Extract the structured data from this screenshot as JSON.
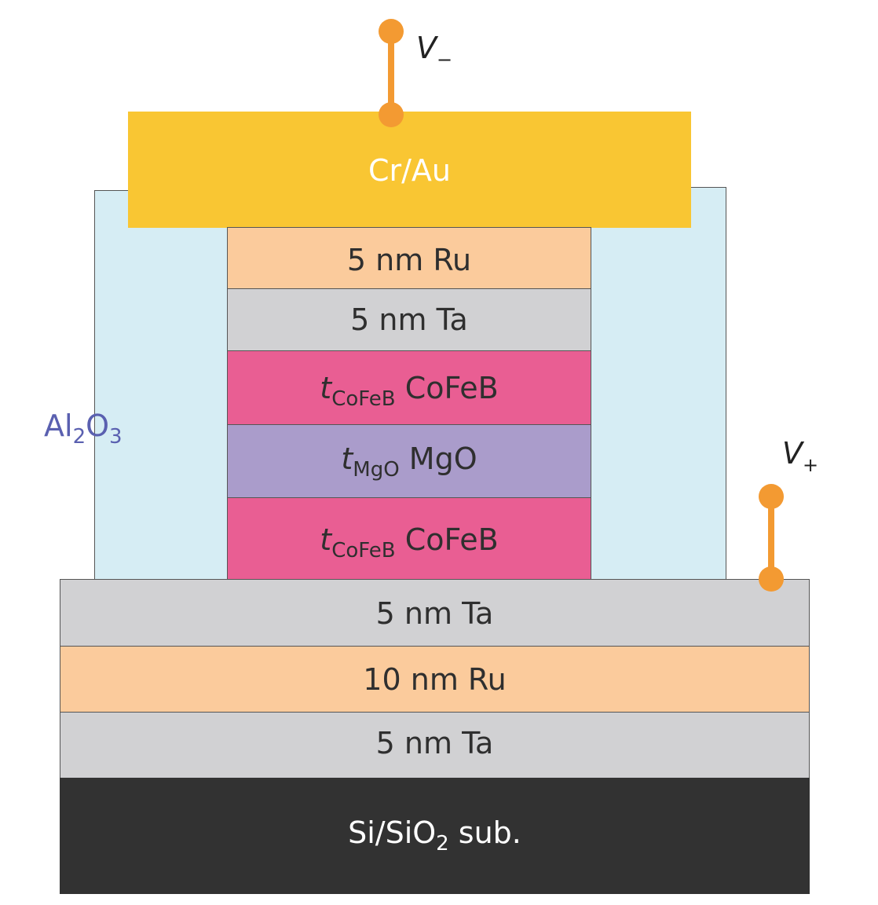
{
  "colors": {
    "gold": "#f9c633",
    "peach": "#fbcb9c",
    "gray": "#d1d1d3",
    "pink": "#e95e93",
    "lavender": "#aa9ccb",
    "light_blue": "#d6edf4",
    "substrate": "#323232",
    "orange": "#f39a32"
  },
  "terminals": {
    "v_minus": {
      "symbol": "V",
      "sub": "−"
    },
    "v_plus": {
      "symbol": "V",
      "sub": "+"
    }
  },
  "side": {
    "al2o3": {
      "main": "Al",
      "sub1": "2",
      "mid": "O",
      "sub2": "3"
    }
  },
  "layers": {
    "cr_au": "Cr/Au",
    "ru_top": "5 nm Ru",
    "ta_top": "5 nm Ta",
    "cofeb_top": {
      "t": "t",
      "sub": "CoFeB",
      "name": " CoFeB"
    },
    "mgo": {
      "t": "t",
      "sub": "MgO",
      "name": " MgO"
    },
    "cofeb_bottom": {
      "t": "t",
      "sub": "CoFeB",
      "name": " CoFeB"
    },
    "ta_mid": "5 nm Ta",
    "ru_bottom": "10 nm Ru",
    "ta_bottom": "5 nm Ta",
    "substrate": {
      "pre": "Si/SiO",
      "sub": "2",
      "post": " sub."
    }
  }
}
